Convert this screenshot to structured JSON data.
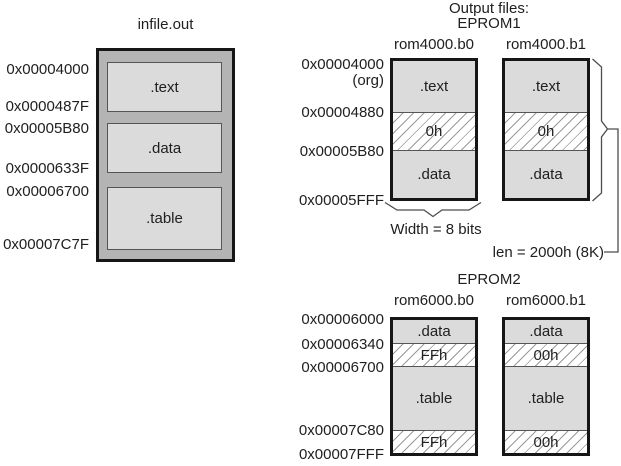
{
  "infile": {
    "title": "infile.out",
    "addresses": [
      "0x00004000",
      "0x0000487F",
      "0x00005B80",
      "0x0000633F",
      "0x00006700",
      "0x00007C7F"
    ],
    "sections": [
      ".text",
      ".data",
      ".table"
    ]
  },
  "eprom1": {
    "header_line1": "Output files:",
    "header_line2": "EPROM1",
    "bank0_title": "rom4000.b0",
    "bank1_title": "rom4000.b1",
    "addresses": [
      "0x00004000",
      "(org)",
      "0x00004880",
      "0x00005B80",
      "0x00005FFF"
    ],
    "bank0_sections": [
      ".text",
      "0h",
      ".data"
    ],
    "bank1_sections": [
      ".text",
      "0h",
      ".data"
    ],
    "width_label": "Width = 8 bits",
    "len_label": "len = 2000h (8K)"
  },
  "eprom2": {
    "title": "EPROM2",
    "bank0_title": "rom6000.b0",
    "bank1_title": "rom6000.b1",
    "addresses": [
      "0x00006000",
      "0x00006340",
      "0x00006700",
      "0x00007C80",
      "0x00007FFF"
    ],
    "bank0_sections": [
      ".data",
      "FFh",
      ".table",
      "FFh"
    ],
    "bank1_sections": [
      ".data",
      "00h",
      ".table",
      "00h"
    ]
  },
  "colors": {
    "text": "#202020",
    "outer_fill": "#b4b4b4",
    "sec_fill": "#dbdbdb",
    "box_border": "#161616",
    "thin": "#555555",
    "hatch_line": "#9a9a9a",
    "brace": "#4d4d4d"
  }
}
